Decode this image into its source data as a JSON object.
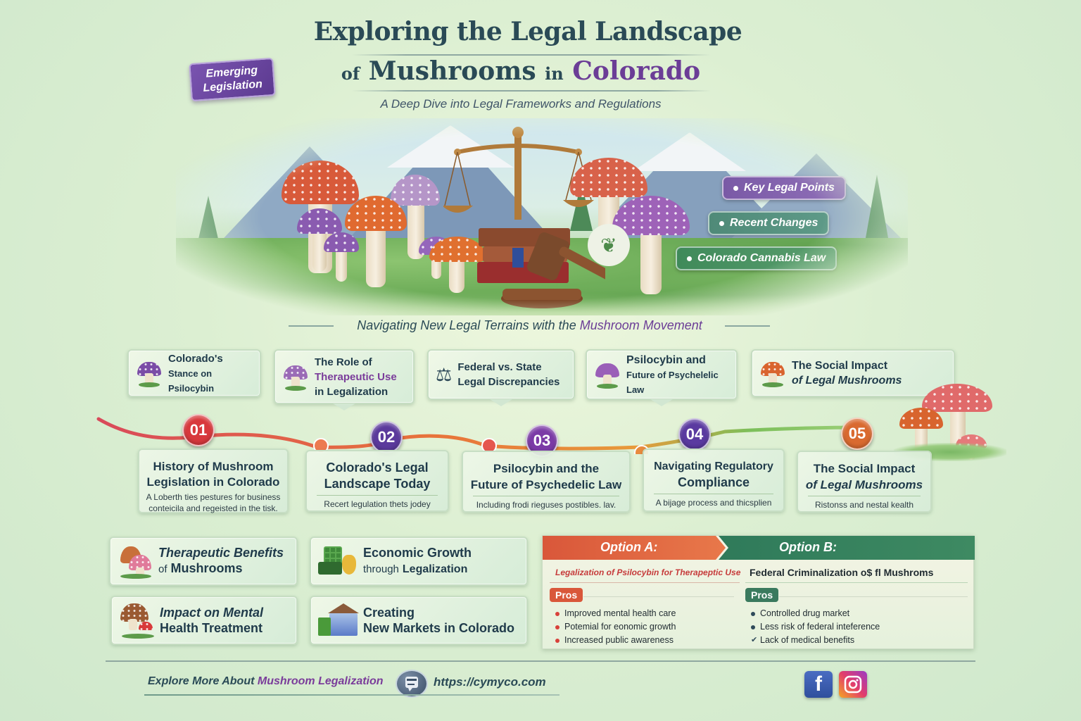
{
  "header": {
    "title_line1": "Exploring the Legal Landscape",
    "title_line2_prefix": "of",
    "title_line2_main": "Mushrooms",
    "title_line2_in": "in",
    "title_line2_accent": "Colorado",
    "subtitle": "A Deep Dive into Legal Frameworks and Regulations",
    "badge": {
      "line1": "Emerging",
      "line2": "Legislation"
    }
  },
  "hero": {
    "pills": [
      {
        "label": "Key Legal Points",
        "color": "#7a5aa6"
      },
      {
        "label": "Recent Changes",
        "color": "#4f8a78"
      },
      {
        "label": "Colorado Cannabis Law",
        "color": "#3f8a5a"
      }
    ]
  },
  "divider": {
    "text_prefix": "Navigating New Legal Terrains with the ",
    "text_accent": "Mushroom Movement"
  },
  "topics": [
    {
      "line1": "Colorado's",
      "line2": "Stance on Psilocybin",
      "icon": "purple-mushroom-icon"
    },
    {
      "line1": "The Role of",
      "line2": "Therapeutic Use",
      "line3": "in Legalization",
      "icon": "purple-mushroom-icon"
    },
    {
      "line1": "Federal vs. State",
      "line2": "Legal Discrepancies",
      "icon": "scales-icon"
    },
    {
      "line1": "Psilocybin and",
      "line2": "Future of Psychelelic Law",
      "icon": "purple-mushroom-icon"
    },
    {
      "line1": "The Social Impact",
      "line2": "of Legal Mushrooms",
      "icon": "red-mushroom-icon"
    }
  ],
  "timeline": [
    {
      "num": "01",
      "color": "#d8383c",
      "title_line1": "History of Mushroom",
      "title_line2": "Legislation in Colorado",
      "desc_line1": "A Loberth ties pestures for business",
      "desc_line2": "conteicila and regeisted in the tisk."
    },
    {
      "num": "02",
      "color": "#5b3a9c",
      "title_line1": "Colorado's Legal",
      "title_line2": "Landscape Today",
      "desc_line1": "Recert legulation thets jodey"
    },
    {
      "num": "03",
      "color": "#7b3aa6",
      "title_line1": "Psilocybin and the",
      "title_line2": "Future of Psychedelic Law",
      "desc_line1": "Including frodi rieguses postibles. lav."
    },
    {
      "num": "04",
      "color": "#5a3aa0",
      "title_line1": "Navigating Regulatory",
      "title_line2": "Compliance",
      "desc_line1": "A bijage process and thicsplien"
    },
    {
      "num": "05",
      "color": "#d96a30",
      "title_line1": "The Social Impact",
      "title_line2": "of Legal Mushrooms",
      "desc_line1": "Ristonss and nestal kealth"
    }
  ],
  "benefits": [
    {
      "line1": "Therapeutic Benefits",
      "line2_prefix": "of",
      "line2": "Mushrooms",
      "icon": "mushroom-pair-icon"
    },
    {
      "line1": "Economic Growth",
      "line2_prefix": "through",
      "line2": "Legalization",
      "icon": "money-stack-icon"
    },
    {
      "line1": "Impact on Mental",
      "line2": "Health Treatment",
      "icon": "brown-mushroom-icon"
    },
    {
      "line1": "Creating",
      "line2": "New Markets in Colorado",
      "icon": "market-building-icon"
    }
  ],
  "options": {
    "a": {
      "label": "Option A:",
      "subtitle": "Legalization of Psilocybin for Therapeptic Use",
      "tag": "Pros",
      "items": [
        "Improved mental health care",
        "Potemial for eonomic growth",
        "Increased public awareness"
      ],
      "color": "#d9573a"
    },
    "b": {
      "label": "Option B:",
      "subtitle": "Federal Criminalization  o$ fl Mushroms",
      "tag": "Pros",
      "items": [
        "Controlled drug market",
        "Less risk of federal inteference",
        "Lack of medical benefits"
      ],
      "color": "#2f7a5a"
    }
  },
  "footer": {
    "text_prefix": "Explore More About ",
    "text_accent": "Mushroom Legalization",
    "url": "https://cymyco.com",
    "social": [
      "facebook",
      "instagram"
    ]
  }
}
